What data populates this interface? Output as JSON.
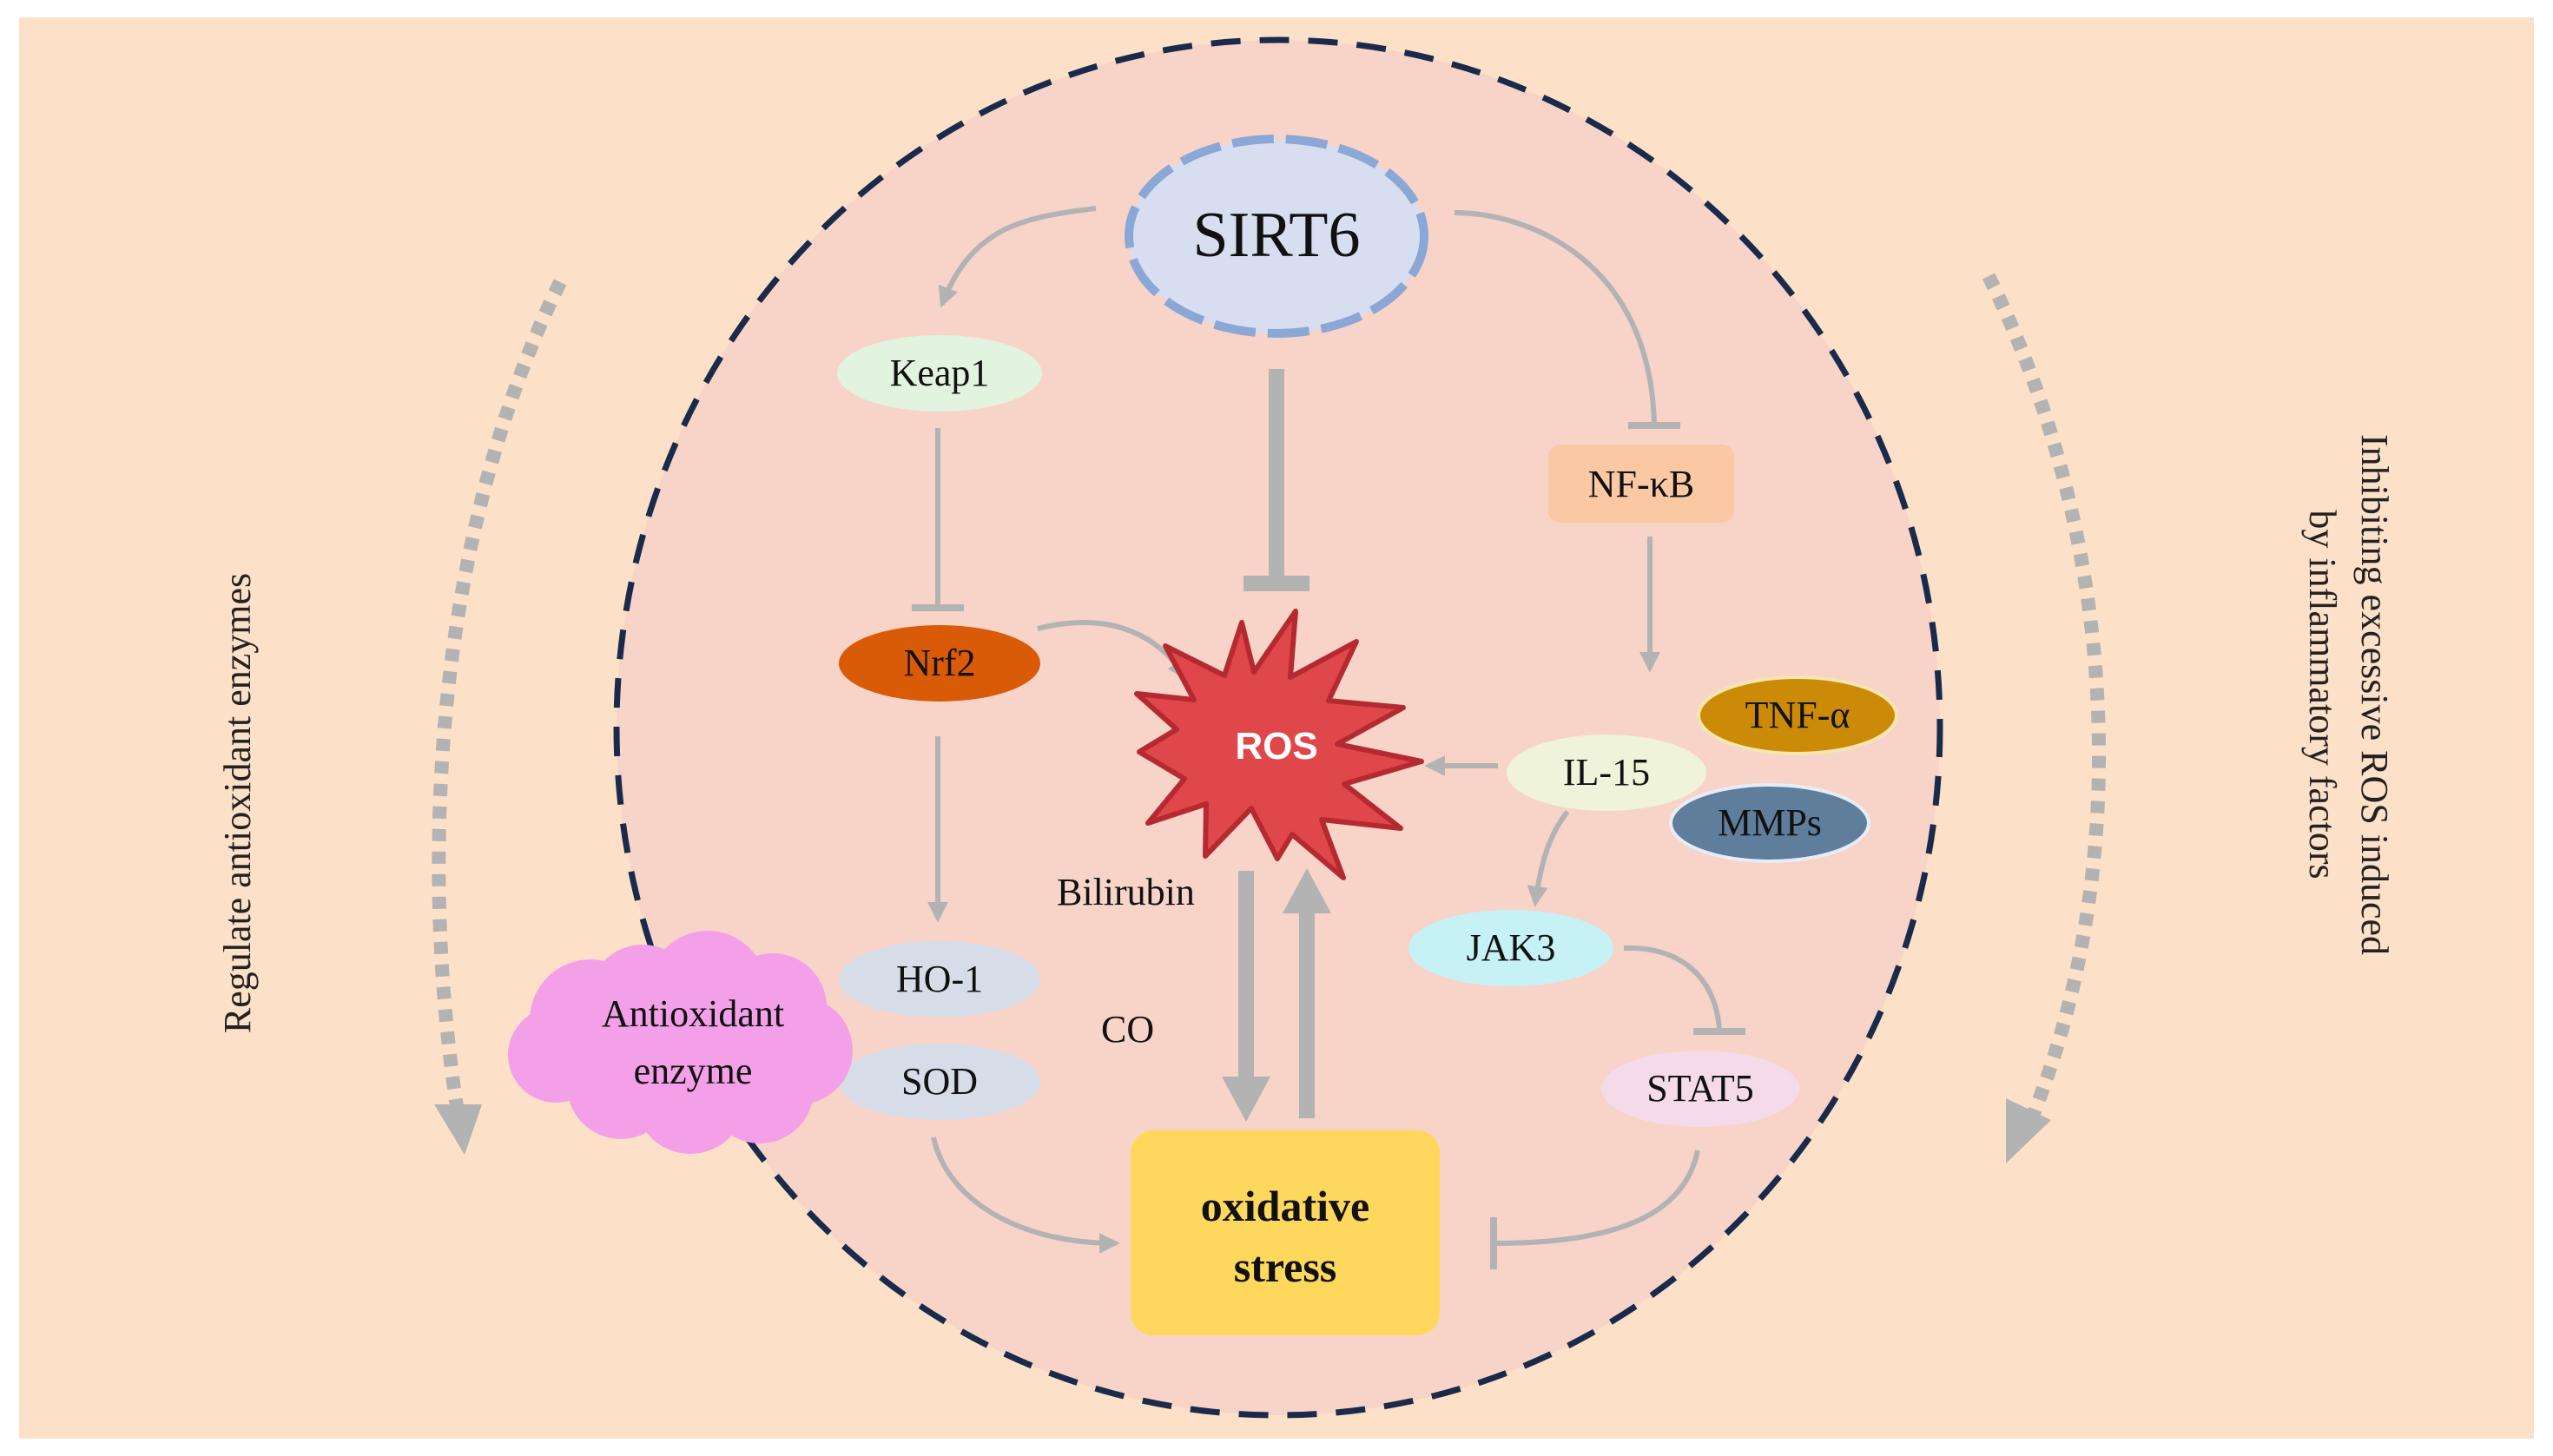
{
  "colors": {
    "page_bg": "#ffffff",
    "panel_bg": "#fce1c8",
    "cell_fill": "#f8d3c8",
    "cell_border": "#1a2a4a",
    "arrow_gray": "#b3b3b3",
    "ros_fill": "#e0474b",
    "ros_stroke": "#b52a30",
    "stress_fill": "#fdd85d"
  },
  "side_labels": {
    "left": "Regulate antioxidant enzymes",
    "right_line1": "Inhibiting excessive ROS induced",
    "right_line2": "by inflammatory factors"
  },
  "nodes": {
    "sirt6": {
      "label": "SIRT6",
      "fill": "#d6def0",
      "border": "#8aa7d6",
      "icon": "dashed-ellipse"
    },
    "keap1": {
      "label": "Keap1",
      "fill": "#e2f3df"
    },
    "nrf2": {
      "label": "Nrf2",
      "fill": "#d95a07"
    },
    "ho1": {
      "label": "HO-1",
      "fill": "#d6dde8"
    },
    "sod": {
      "label": "SOD",
      "fill": "#d6dde8"
    },
    "antioxidant_enzyme": {
      "line1": "Antioxidant",
      "line2": "enzyme",
      "fill": "#f3a0e8",
      "icon": "cloud-shape"
    },
    "ros": {
      "label": "ROS",
      "icon": "starburst-shape"
    },
    "nfkb": {
      "label": "NF-κB",
      "fill": "#fbc8a4"
    },
    "il15": {
      "label": "IL-15",
      "fill": "#eef3da"
    },
    "tnfa": {
      "label": "TNF-α",
      "fill": "#cc8b06"
    },
    "mmps": {
      "label": "MMPs",
      "fill": "#5f7e9c"
    },
    "jak3": {
      "label": "JAK3",
      "fill": "#c6f2f6"
    },
    "stat5": {
      "label": "STAT5",
      "fill": "#f5dbe9"
    },
    "oxidative_stress": {
      "line1": "oxidative",
      "line2": "stress"
    }
  },
  "annotations": {
    "bilirubin": "Bilirubin",
    "co": "CO"
  }
}
